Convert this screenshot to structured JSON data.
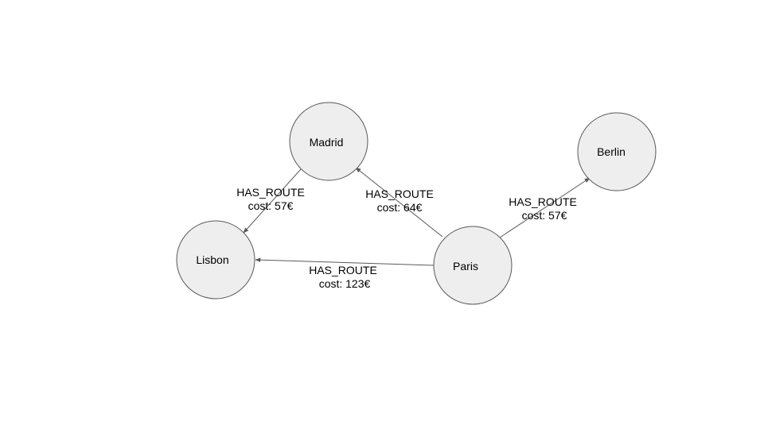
{
  "nodes": [
    {
      "id": "madrid",
      "label": "Madrid"
    },
    {
      "id": "berlin",
      "label": "Berlin"
    },
    {
      "id": "lisbon",
      "label": "Lisbon"
    },
    {
      "id": "paris",
      "label": "Paris"
    }
  ],
  "edges": [
    {
      "id": "madrid-lisbon",
      "from": "madrid",
      "to": "lisbon",
      "relation": "HAS_ROUTE",
      "cost": "cost: 57€"
    },
    {
      "id": "paris-madrid",
      "from": "paris",
      "to": "madrid",
      "relation": "HAS_ROUTE",
      "cost": "cost: 64€"
    },
    {
      "id": "paris-berlin",
      "from": "paris",
      "to": "berlin",
      "relation": "HAS_ROUTE",
      "cost": "cost: 57€"
    },
    {
      "id": "paris-lisbon",
      "from": "paris",
      "to": "lisbon",
      "relation": "HAS_ROUTE",
      "cost": "cost: 123€"
    }
  ]
}
